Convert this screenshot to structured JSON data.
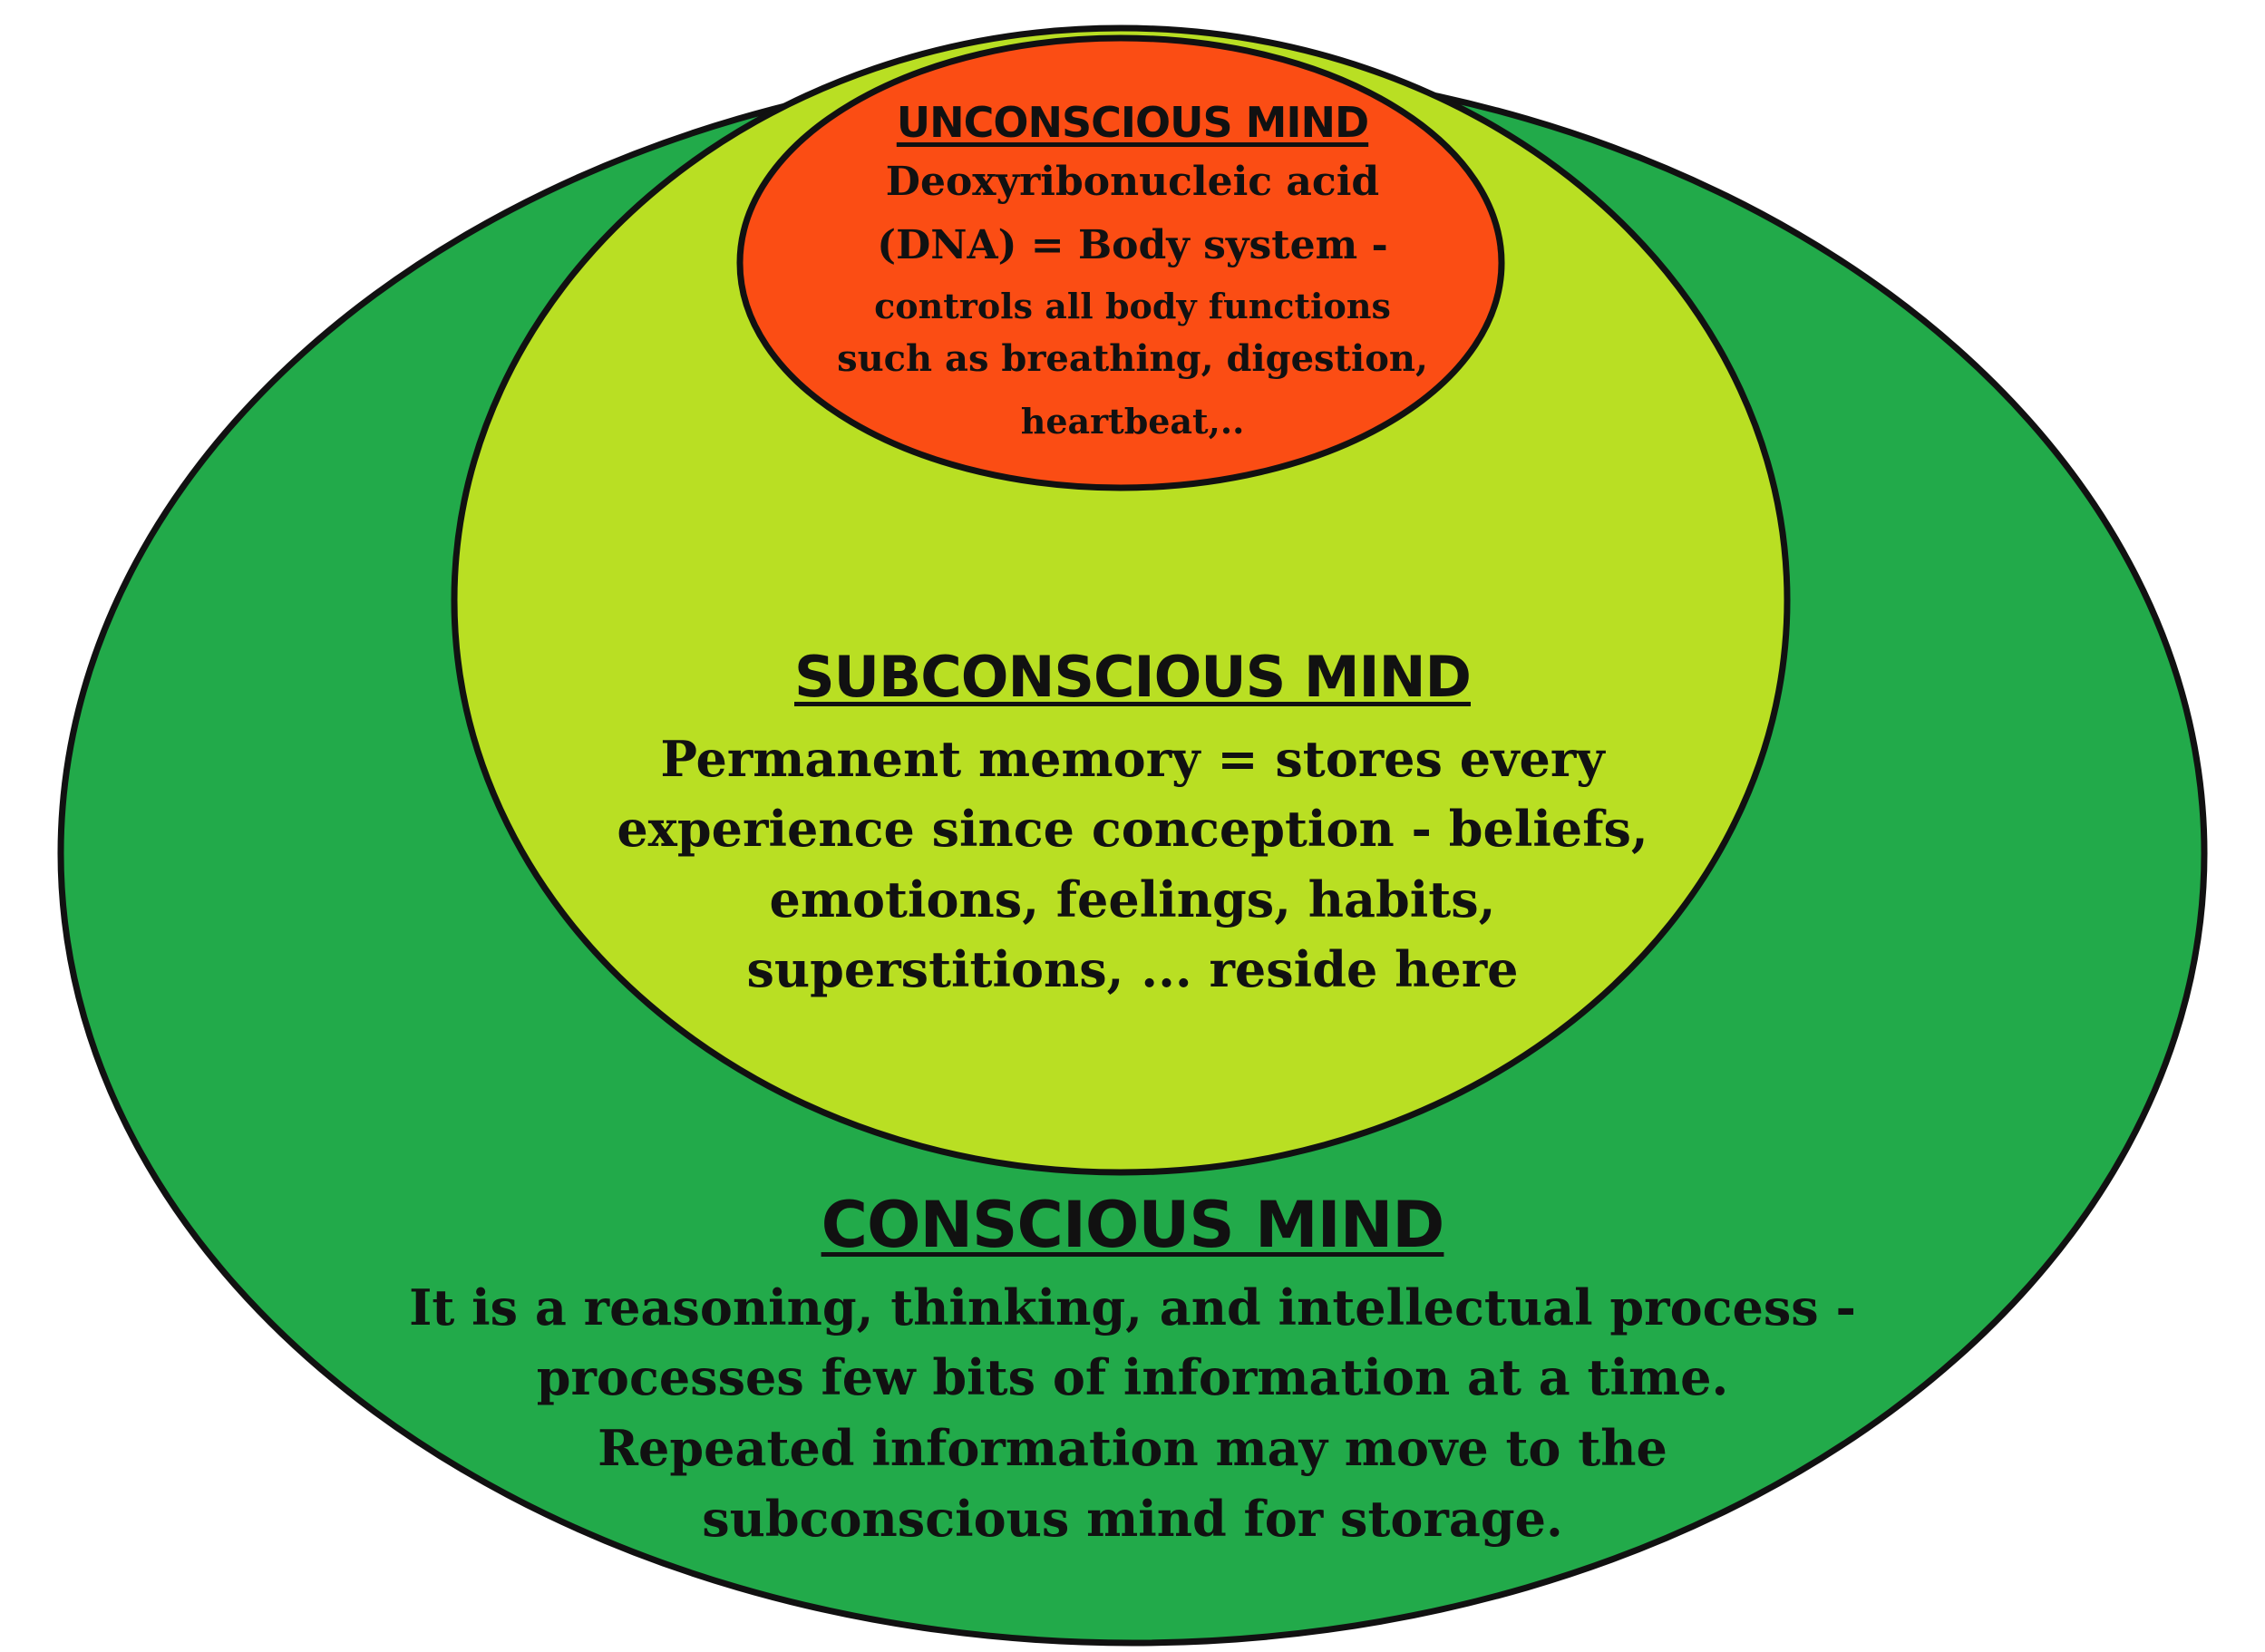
{
  "colors": {
    "conscious": "#22aa4a",
    "subconscious": "#b9df23",
    "unconscious": "#fb4d14",
    "outline": "#111111"
  },
  "unconscious": {
    "title": "UNCONSCIOUS MIND",
    "lines": [
      "Deoxyribonucleic acid",
      "(DNA) = Body system -",
      "controls all body functions",
      "such as breathing, digestion,",
      "heartbeat,.."
    ]
  },
  "subconscious": {
    "title": "SUBCONSCIOUS MIND",
    "lines": [
      "Permanent memory = stores every",
      "experience since conception - beliefs,",
      "emotions, feelings, habits,",
      "superstitions, ... reside here"
    ]
  },
  "conscious": {
    "title": "CONSCIOUS MIND",
    "lines": [
      "It is a reasoning, thinking, and intellectual process -",
      "processes few bits of information at a time.",
      "Repeated information may move to the",
      "subconscious mind for storage."
    ]
  }
}
